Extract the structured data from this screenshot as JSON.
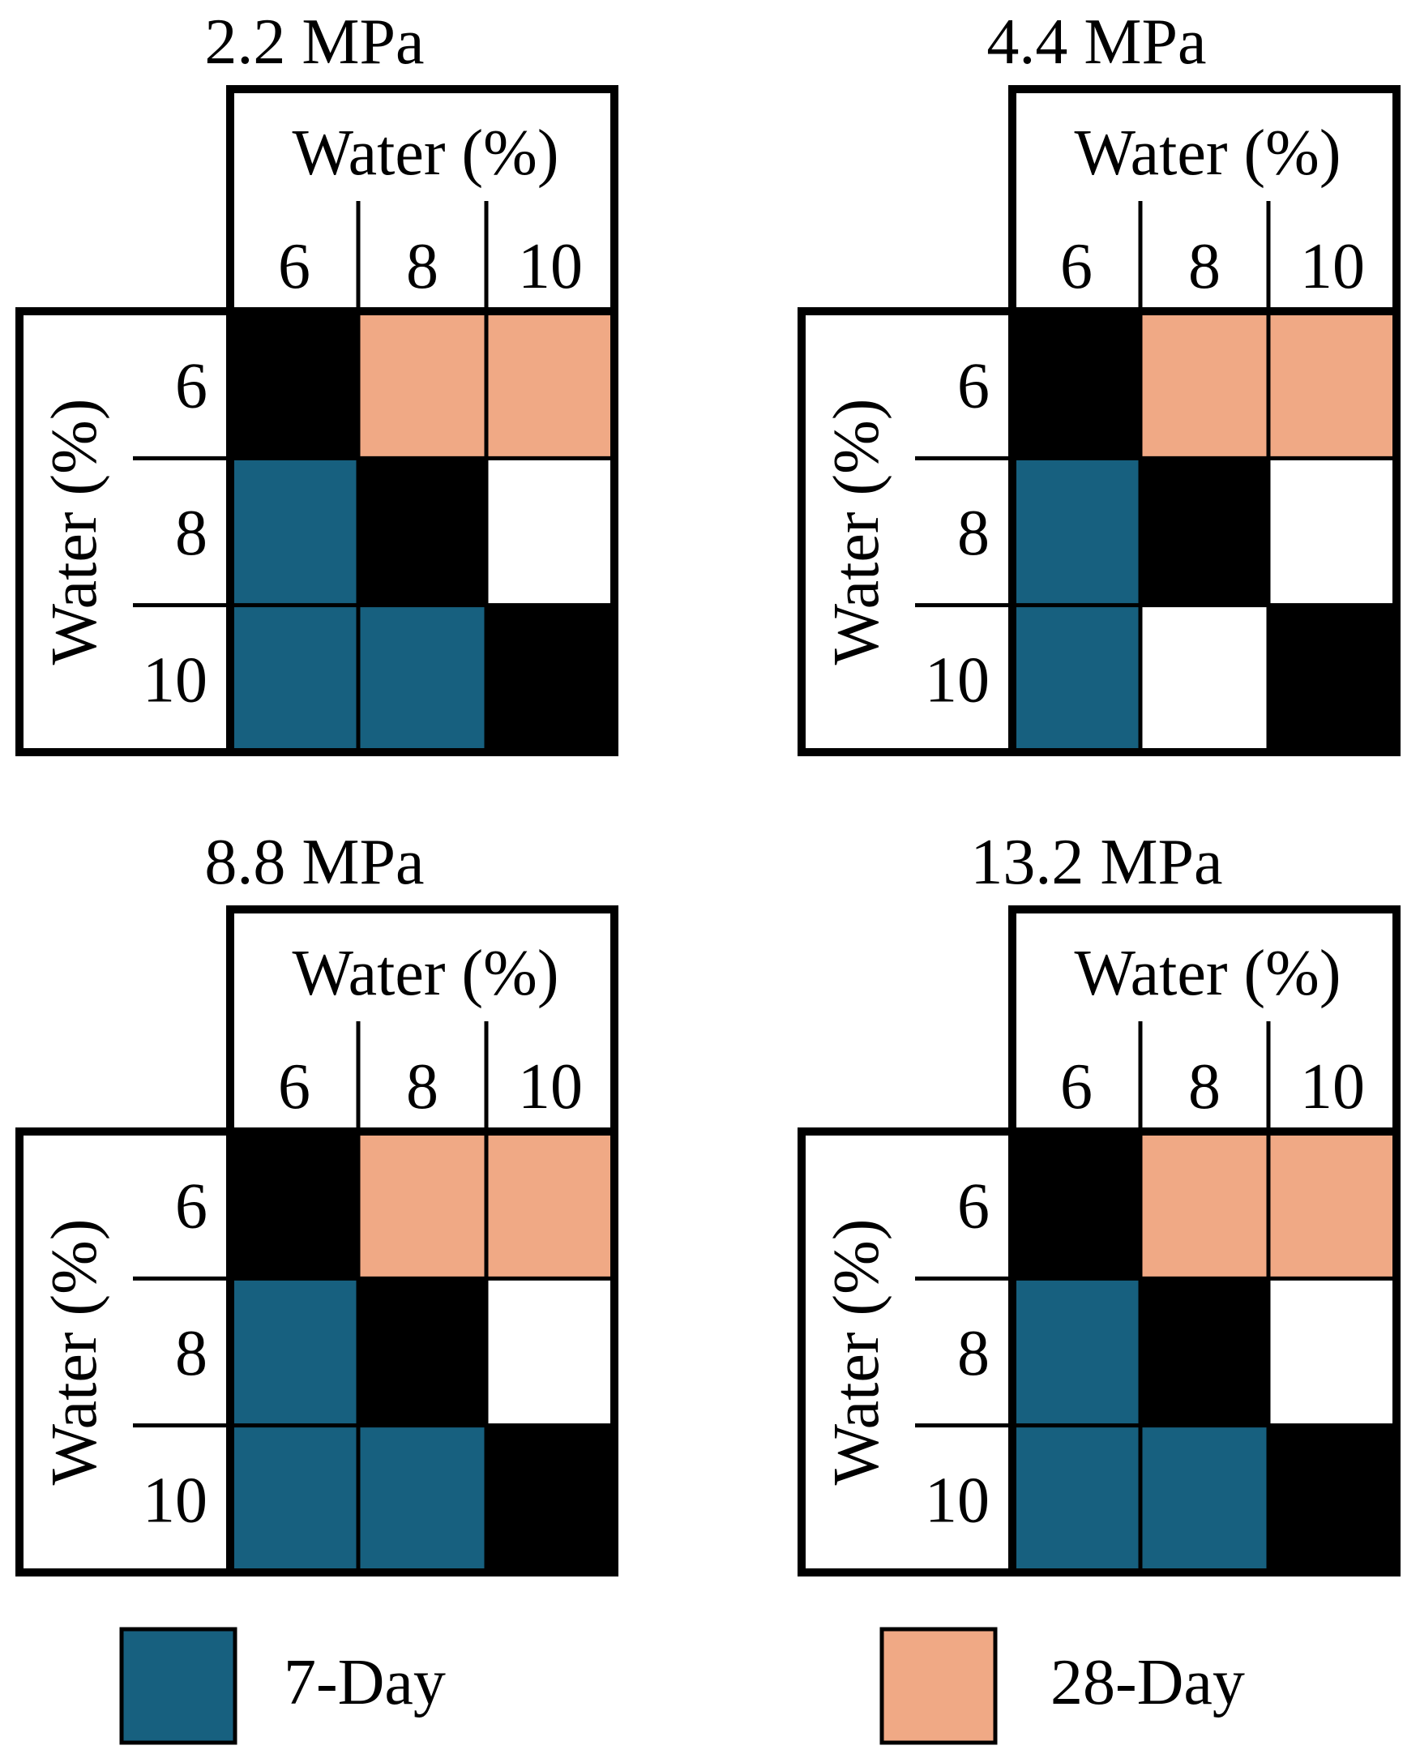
{
  "chart_data": {
    "type": "heatmap",
    "panels": [
      {
        "title": "2.2 MPa",
        "col_header": "Water (%)",
        "row_header": "Water (%)",
        "columns": [
          "6",
          "8",
          "10"
        ],
        "rows": [
          "6",
          "8",
          "10"
        ],
        "cells": [
          [
            "diag",
            "28-Day",
            "28-Day"
          ],
          [
            "7-Day",
            "diag",
            "none"
          ],
          [
            "7-Day",
            "7-Day",
            "diag"
          ]
        ]
      },
      {
        "title": "4.4 MPa",
        "col_header": "Water (%)",
        "row_header": "Water (%)",
        "columns": [
          "6",
          "8",
          "10"
        ],
        "rows": [
          "6",
          "8",
          "10"
        ],
        "cells": [
          [
            "diag",
            "28-Day",
            "28-Day"
          ],
          [
            "7-Day",
            "diag",
            "none"
          ],
          [
            "7-Day",
            "none",
            "diag"
          ]
        ]
      },
      {
        "title": "8.8 MPa",
        "col_header": "Water (%)",
        "row_header": "Water (%)",
        "columns": [
          "6",
          "8",
          "10"
        ],
        "rows": [
          "6",
          "8",
          "10"
        ],
        "cells": [
          [
            "diag",
            "28-Day",
            "28-Day"
          ],
          [
            "7-Day",
            "diag",
            "none"
          ],
          [
            "7-Day",
            "7-Day",
            "diag"
          ]
        ]
      },
      {
        "title": "13.2 MPa",
        "col_header": "Water (%)",
        "row_header": "Water (%)",
        "columns": [
          "6",
          "8",
          "10"
        ],
        "rows": [
          "6",
          "8",
          "10"
        ],
        "cells": [
          [
            "diag",
            "28-Day",
            "28-Day"
          ],
          [
            "7-Day",
            "diag",
            "none"
          ],
          [
            "7-Day",
            "7-Day",
            "diag"
          ]
        ]
      }
    ],
    "legend": [
      {
        "label": "7-Day",
        "key": "7-Day",
        "color": "#17607f"
      },
      {
        "label": "28-Day",
        "key": "28-Day",
        "color": "#f0a985"
      }
    ],
    "colors": {
      "diag": "#000000",
      "none": "#ffffff",
      "7-Day": "#17607f",
      "28-Day": "#f0a985"
    }
  }
}
